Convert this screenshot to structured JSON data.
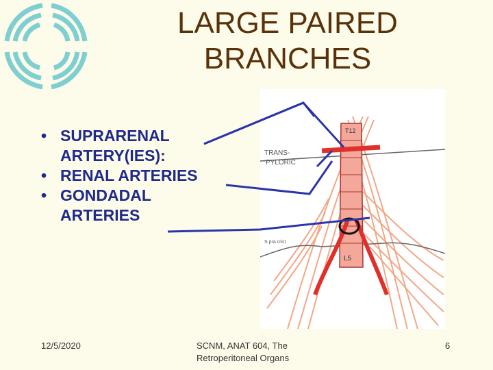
{
  "slide": {
    "title_line1": "LARGE PAIRED",
    "title_line2": "BRANCHES",
    "bullets": [
      {
        "line1": "SUPRARENAL",
        "line2": "ARTERY(IES):"
      },
      {
        "line1": "RENAL ARTERIES",
        "line2": ""
      },
      {
        "line1": "GONDADAL",
        "line2": "ARTERIES"
      }
    ],
    "bullet_glyph": "•",
    "drawing": {
      "label_transpyloric_1": "TRANS-",
      "label_transpyloric_2": "PYLORIC",
      "label_t12": "T12",
      "label_l5": "L5",
      "label_supracristal": "S.pra crist"
    },
    "footer": {
      "date": "12/5/2020",
      "center_line1": "SCNM, ANAT 604, The",
      "center_line2": "Retroperitoneal Organs",
      "page": "6"
    }
  },
  "colors": {
    "title": "#5a320a",
    "bullet_text": "#1f2a8a",
    "leader_lines": "#2b35a8",
    "logo": "#7fcfd0",
    "background": "#fdfbea"
  }
}
